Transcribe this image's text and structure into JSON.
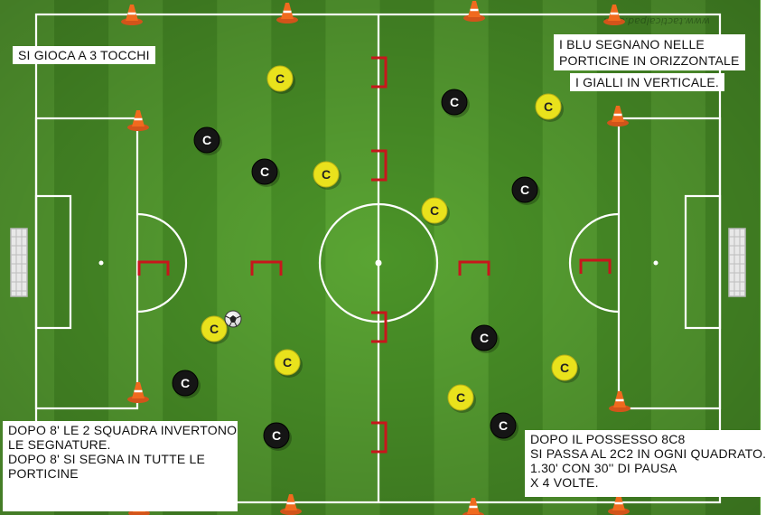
{
  "notes": {
    "three_touches": "SI GIOCA A 3 TOCCHI",
    "blue_line1": "I BLU SEGNANO NELLE",
    "blue_line2": "PORTICINE IN ORIZZONTALE",
    "yellow": "I GIALLI IN VERTICALE.",
    "after8_line1": "DOPO 8' LE 2 SQUADRA INVERTONO",
    "after8_line2": "LE SEGNATURE.",
    "after8_line3": "DOPO 8' SI SEGNA IN TUTTE LE",
    "after8_line4": "PORTICINE",
    "possession_line1": "DOPO IL POSSESSO 8C8",
    "possession_line2": "SI PASSA AL 2C2 IN OGNI QUADRATO.",
    "possession_line3": "1.30' CON 30'' DI PAUSA",
    "possession_line4": "X 4 VOLTE."
  },
  "watermark": "www.tacticalpad.com",
  "players": {
    "label": "C",
    "yellow_team": "yellow",
    "black_team": "black"
  },
  "colors": {
    "grass_light": "#5aa533",
    "grass_dark": "#4b9428",
    "line": "#ffffff",
    "mini_goal": "#c8161c",
    "cone": "#f06a1e",
    "yellow_player": "#e9e21c",
    "black_player": "#151515"
  },
  "icons": [
    "cone-icon",
    "mini-goal-icon",
    "ball-icon",
    "goal-net-icon"
  ]
}
